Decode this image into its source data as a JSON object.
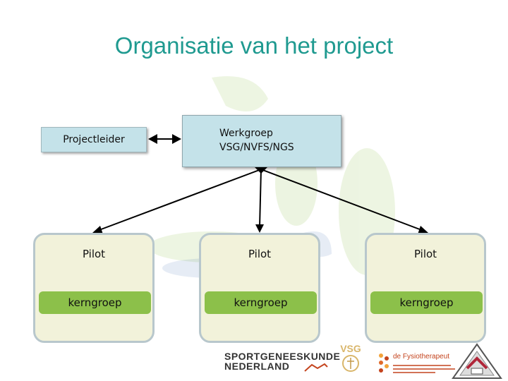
{
  "slide": {
    "title": "Organisatie van het project"
  },
  "org": {
    "leader": "Projectleider",
    "werkgroep_line1": "Werkgroep",
    "werkgroep_line2": "VSG/NVFS/NGS",
    "groups": [
      {
        "pilot": "Pilot",
        "core": "kerngroep"
      },
      {
        "pilot": "Pilot",
        "core": "kerngroep"
      },
      {
        "pilot": "Pilot",
        "core": "kerngroep"
      }
    ]
  },
  "logos": {
    "sportgeneeskunde_line1": "SPORTGENEESKUNDE",
    "sportgeneeskunde_line2": "NEDERLAND",
    "vsg": "VSG",
    "fysiotherapeut": "de Fysiotherapeut"
  },
  "colors": {
    "title": "#1f9a90",
    "box_fill": "#c4e2e9",
    "group_fill": "#f2f2da",
    "pill_fill": "#8cc04a"
  }
}
